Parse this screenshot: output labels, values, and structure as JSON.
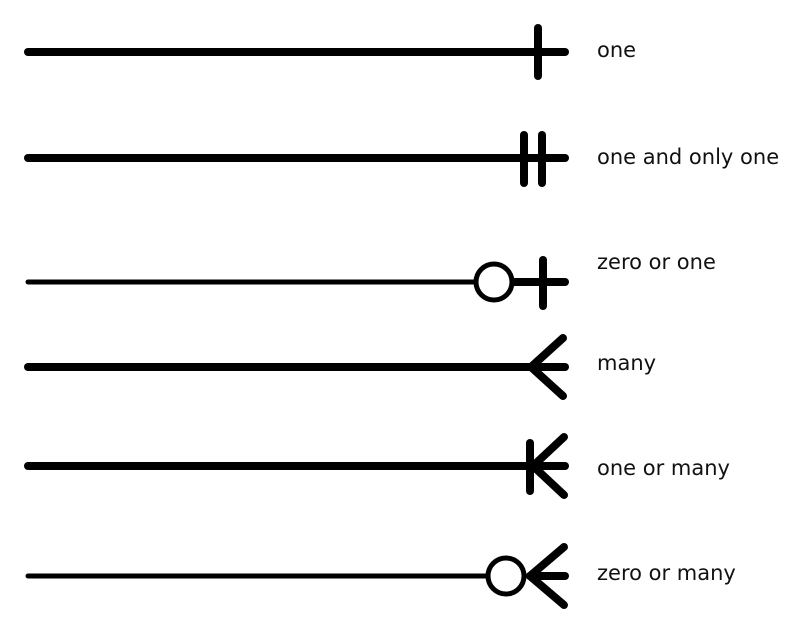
{
  "legend": {
    "rows": [
      {
        "id": "one",
        "label": "one"
      },
      {
        "id": "one-and-only-one",
        "label": "one and only one"
      },
      {
        "id": "zero-or-one",
        "label": "zero or one"
      },
      {
        "id": "many",
        "label": "many"
      },
      {
        "id": "one-or-many",
        "label": "one or many"
      },
      {
        "id": "zero-or-many",
        "label": "zero or many"
      }
    ]
  },
  "colors": {
    "line": "#000000",
    "background": "#ffffff"
  }
}
